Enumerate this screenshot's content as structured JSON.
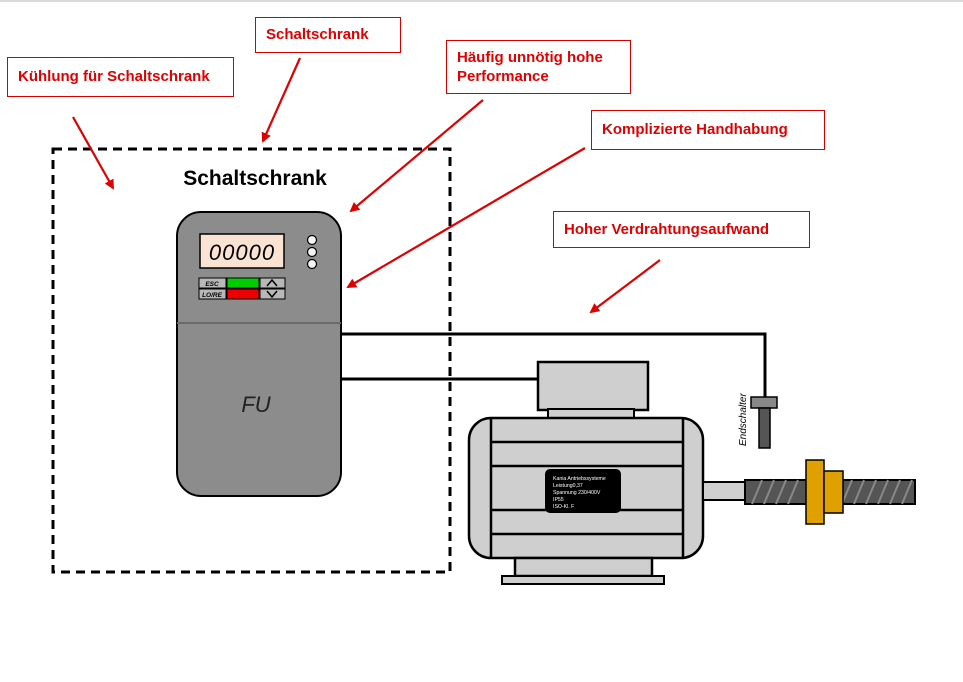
{
  "callouts": {
    "cooling": "Kühlung für Schaltschrank",
    "cabinet": "Schaltschrank",
    "performance_line1": "Häufig unnötig hohe",
    "performance_line2": "Performance",
    "handling": "Komplizierte Handhabung",
    "wiring": "Hoher Verdrahtungsaufwand"
  },
  "cabinet_title": "Schaltschrank",
  "fu": {
    "display": "00000",
    "esc": "ESC",
    "lore": "LO/RE",
    "label": "FU"
  },
  "motor_plate": {
    "line1": "Kania Antriebssysteme",
    "line2": "Leistung0,37",
    "line3": "Spannung 230/400V",
    "line4": "IP55",
    "line5": "ISO-Kl. F"
  },
  "limit_switch": "Endschalter",
  "colors": {
    "callout_red": "#e00000",
    "drive_gray": "#8c8c8c",
    "motor_gray": "#cfcfcf",
    "green_key": "#00cc00",
    "red_key": "#ee0000",
    "nut_orange": "#e0a000"
  }
}
